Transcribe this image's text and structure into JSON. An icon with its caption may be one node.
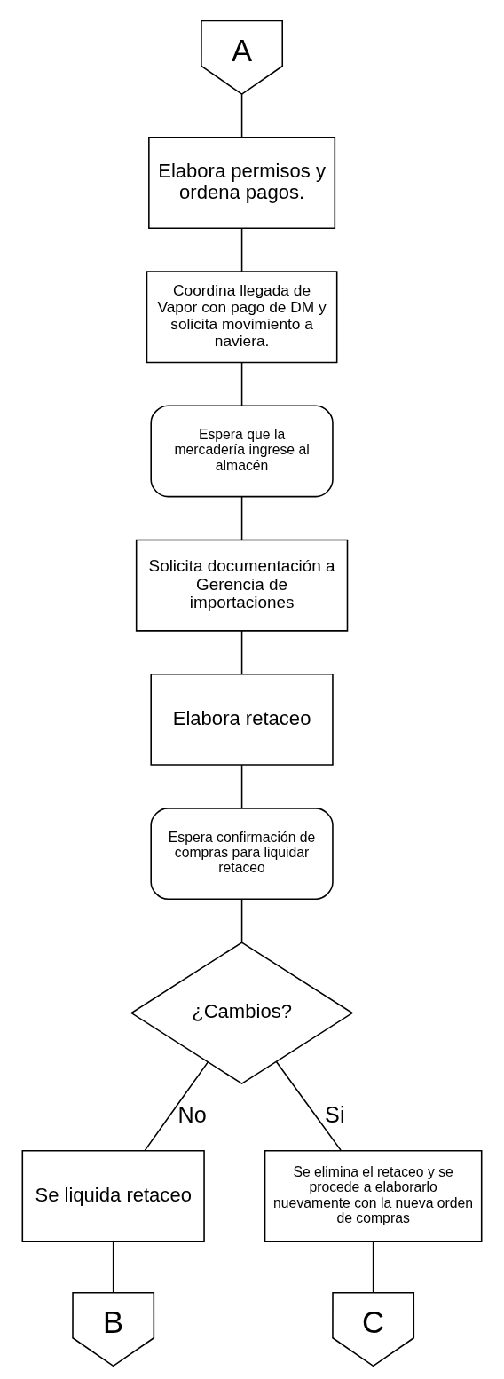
{
  "diagram": {
    "nodes": [
      {
        "text": [
          "A"
        ]
      },
      {
        "text": [
          "Elabora permisos y ordena pagos."
        ]
      },
      {
        "text": [
          "Coordina llegada de Vapor con pago de DM y solicita movimiento a naviera."
        ]
      },
      {
        "text": [
          "Espera que la mercadería ingrese al almacén"
        ]
      },
      {
        "text": [
          "Solicita documentación a Gerencia de importaciones"
        ]
      },
      {
        "text": [
          "Elabora retaceo"
        ]
      },
      {
        "text": [
          "Espera confirmación de compras para liquidar retaceo"
        ]
      },
      {
        "text": [
          "¿Cambios?"
        ]
      },
      {
        "text": [
          "Se liquida retaceo"
        ]
      },
      {
        "text": [
          "Se elimina el retaceo y se procede a elaborarlo nuevamente con la nueva orden de compras"
        ]
      },
      {
        "text": [
          "B"
        ]
      },
      {
        "text": [
          "C"
        ]
      }
    ],
    "edges": [
      {
        "from": 0,
        "to": 1,
        "arrow": "none"
      },
      {
        "from": 1,
        "to": 2,
        "arrow": "none"
      },
      {
        "from": 2,
        "to": 3,
        "arrow": "none"
      },
      {
        "from": 3,
        "to": 4,
        "arrow": "none"
      },
      {
        "from": 4,
        "to": 5,
        "arrow": "none"
      },
      {
        "from": 5,
        "to": 6,
        "arrow": "none"
      },
      {
        "from": 6,
        "to": 7,
        "arrow": "none"
      },
      {
        "from": 7,
        "to": 8,
        "arrow": "none",
        "label": "No"
      },
      {
        "from": 7,
        "to": 9,
        "arrow": "none",
        "label": "Si"
      },
      {
        "from": 8,
        "to": 10,
        "arrow": "none"
      },
      {
        "from": 9,
        "to": 11,
        "arrow": "none"
      }
    ]
  }
}
